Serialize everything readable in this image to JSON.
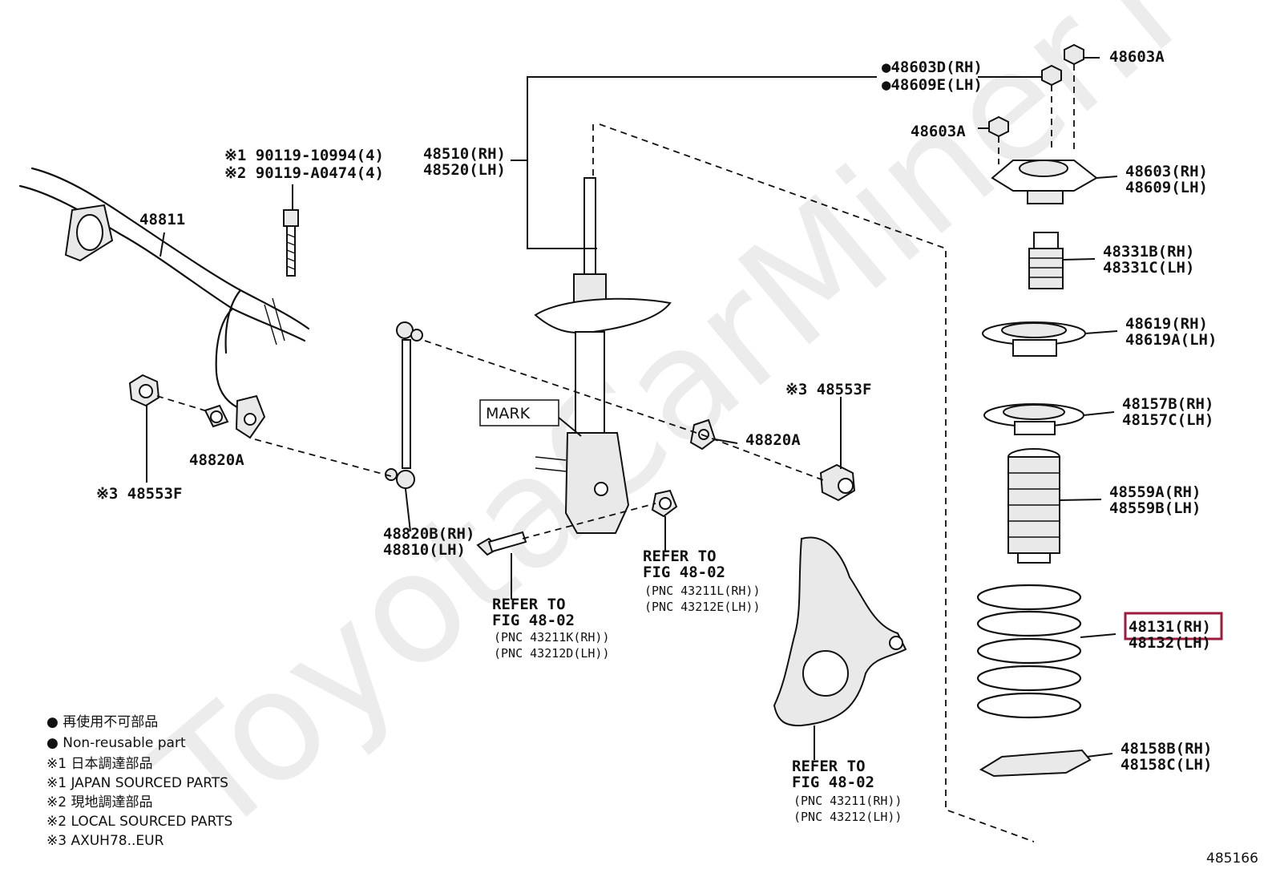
{
  "watermark": "ToyotaCarMiner.ru",
  "diagram_id": "485166",
  "labels": {
    "p48603D": "●48603D(RH)",
    "p48609E": "●48609E(LH)",
    "p48603A_top": "48603A",
    "p48603A_left": "48603A",
    "p48603": "48603(RH)",
    "p48609": "48609(LH)",
    "p48331B": "48331B(RH)",
    "p48331C": "48331C(LH)",
    "p48619": "48619(RH)",
    "p48619A": "48619A(LH)",
    "p48157B": "48157B(RH)",
    "p48157C": "48157C(LH)",
    "p48559A": "48559A(RH)",
    "p48559B": "48559B(LH)",
    "p48131": "48131(RH)",
    "p48132": "48132(LH)",
    "p48158B": "48158B(RH)",
    "p48158C": "48158C(LH)",
    "p48510": "48510(RH)",
    "p48520": "48520(LH)",
    "p48811": "48811",
    "bolt1": "※1 90119-10994(4)",
    "bolt2": "※2 90119-A0474(4)",
    "p48553F_right": "※3 48553F",
    "p48553F_left": "※3 48553F",
    "p48820A_left": "48820A",
    "p48820A_right": "48820A",
    "p48820B": "48820B(RH)",
    "p48810": "48810(LH)",
    "mark": "MARK",
    "ref1_l1": "REFER TO",
    "ref1_l2": "FIG 48-02",
    "ref1_l3": "(PNC 43211L(RH))",
    "ref1_l4": "(PNC 43212E(LH))",
    "ref2_l1": "REFER TO",
    "ref2_l2": "FIG 48-02",
    "ref2_l3": "(PNC 43211K(RH))",
    "ref2_l4": "(PNC 43212D(LH))",
    "ref3_l1": "REFER TO",
    "ref3_l2": "FIG 48-02",
    "ref3_l3": "(PNC 43211(RH))",
    "ref3_l4": "(PNC 43212(LH))"
  },
  "legend": [
    "● 再使用不可部品",
    "● Non-reusable part",
    "※1 日本調達部品",
    "※1 JAPAN SOURCED PARTS",
    "※2 現地調達部品",
    "※2 LOCAL SOURCED PARTS",
    "※3 AXUH78..EUR"
  ],
  "highlight_color": "#9b1b3c"
}
